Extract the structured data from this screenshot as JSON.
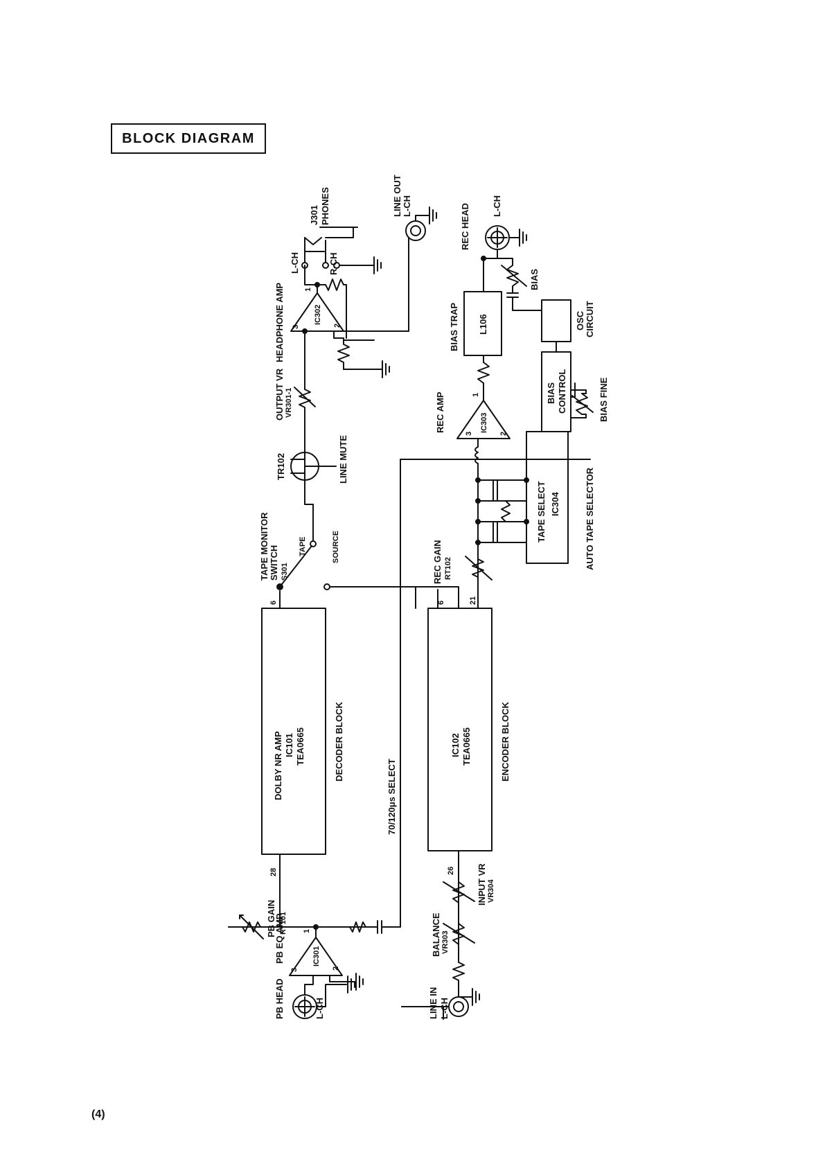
{
  "header": {
    "title": "BLOCK DIAGRAM",
    "page_number": "(4)"
  },
  "labels": {
    "pb_head": "PB HEAD",
    "pb_head_ch": "L-CH",
    "pb_eq_amp": "PB EQ AMP",
    "ic301": "IC301",
    "pb_gain": "PB GAIN",
    "rt101": "RT101",
    "dolby_nr_amp": "DOLBY NR AMP",
    "ic101": "IC101",
    "tea0665_a": "TEA0665",
    "decoder_block": "DECODER BLOCK",
    "select_70_120": "70/120μs SELECT",
    "tape_monitor_switch_1": "TAPE MONITOR",
    "tape_monitor_switch_2": "SWITCH",
    "s301": "S301",
    "tape": "TAPE",
    "source": "SOURCE",
    "tr102": "TR102",
    "line_mute": "LINE MUTE",
    "output_vr": "OUTPUT VR",
    "vr301_1": "VR301-1",
    "headphone_amp": "HEADPHONE AMP",
    "ic302": "IC302",
    "l_ch_out": "L-CH",
    "r_ch_out": "R-CH",
    "j301": "J301",
    "phones": "PHONES",
    "line_out": "LINE OUT",
    "line_out_ch": "L-CH",
    "line_in": "LINE IN",
    "line_in_ch": "L-CH",
    "balance": "BALANCE",
    "vr303": "VR303",
    "input_vr": "INPUT VR",
    "vr304": "VR304",
    "ic102": "IC102",
    "tea0665_b": "TEA0665",
    "encoder_block": "ENCODER BLOCK",
    "rec_gain": "REC GAIN",
    "rt102": "RT102",
    "tape_select": "TAPE SELECT",
    "ic304": "IC304",
    "auto_tape_selector": "AUTO TAPE SELECTOR",
    "rec_amp": "REC AMP",
    "ic303": "IC303",
    "bias_control_1": "BIAS",
    "bias_control_2": "CONTROL",
    "bias_fine": "BIAS FINE",
    "bias_trap": "BIAS TRAP",
    "l106": "L106",
    "osc_1": "OSC",
    "osc_2": "CIRCUIT",
    "bias": "BIAS",
    "rec_head": "REC HEAD",
    "rec_head_ch": "L-CH"
  },
  "pins": {
    "ic301_out": "1",
    "ic301_in_p": "3",
    "ic301_in_n": "2",
    "ic101_in": "28",
    "ic101_out": "6",
    "ic102_in": "26",
    "ic102_out_a": "6",
    "ic102_out_b": "21",
    "ic302_in_p": "3",
    "ic302_in_n": "2",
    "ic302_out": "1",
    "ic303_in_p": "3",
    "ic303_in_n": "2",
    "ic303_out": "1",
    "plus": "+",
    "minus": "−"
  }
}
